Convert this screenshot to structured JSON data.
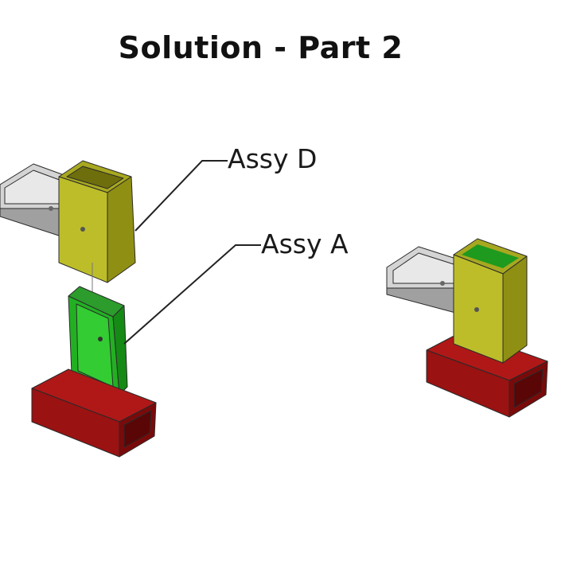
{
  "title": "Solution - Part 2",
  "callouts": [
    {
      "id": "assy-d",
      "text": "Assy D"
    },
    {
      "id": "assy-a",
      "text": "Assy A"
    }
  ],
  "colors": {
    "tray_top": "#d4d4d4",
    "tray_front": "#a0a0a0",
    "tray_side": "#8a8a8a",
    "tray_inner": "#e8e8e8",
    "olive_front": "#bdbd2a",
    "olive_side": "#8f8f14",
    "olive_top": "#a8a820",
    "olive_inner": "#6e6e0c",
    "green_front": "#22b022",
    "green_side": "#158a15",
    "green_inner": "#33cc33",
    "green_top": "#2c9c2c",
    "red_front": "#9a1212",
    "red_side": "#7a0a0a",
    "red_top": "#b01818",
    "red_slot": "#5a0606",
    "leader": "#222222"
  }
}
